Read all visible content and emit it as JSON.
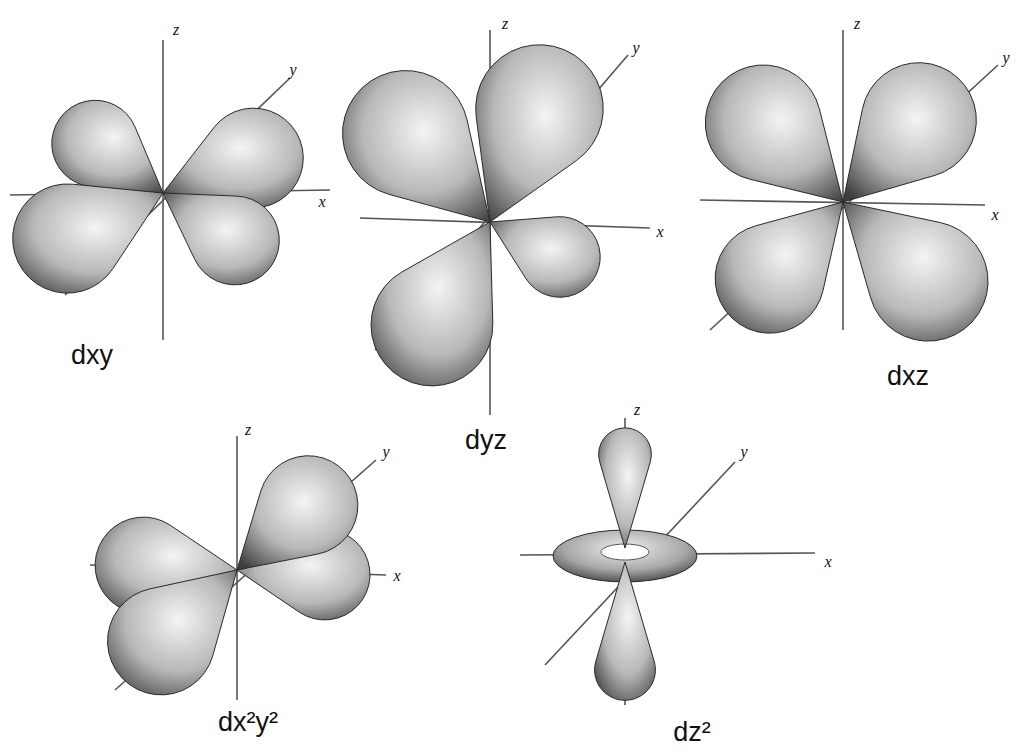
{
  "diagram": {
    "labels": [
      "z",
      "y",
      "x",
      "dxy",
      "z",
      "y",
      "x",
      "dyz",
      "z",
      "y",
      "x",
      "dxz",
      "z",
      "y",
      "x",
      "dx²y²",
      "z",
      "y",
      "x",
      "dz²"
    ]
  }
}
